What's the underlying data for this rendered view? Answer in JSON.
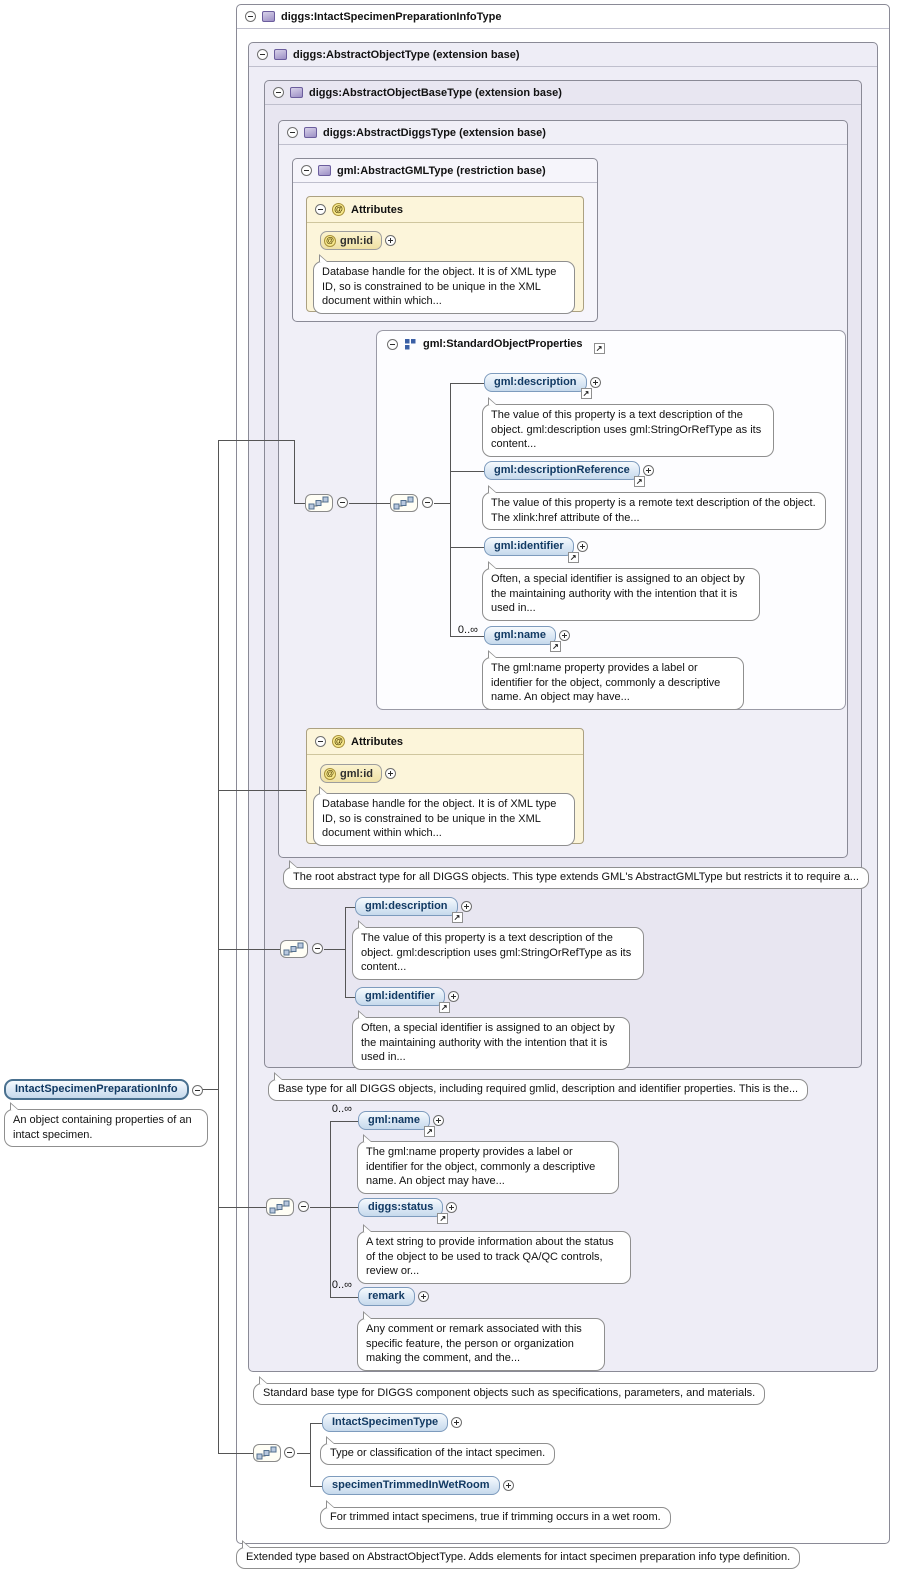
{
  "icons": {
    "at": "@",
    "jump": "↗"
  },
  "diagram": {
    "root": {
      "title": "diggs:IntactSpecimenPreparationInfoType",
      "footer_note": "Extended type based on AbstractObjectType. Adds elements for intact specimen preparation info type definition."
    },
    "element": {
      "name": "IntactSpecimenPreparationInfo",
      "note": "An object containing properties of an intact specimen."
    },
    "abstract_object_type": {
      "title": "diggs:AbstractObjectType (extension base)",
      "note": "Standard base type for DIGGS component objects such as specifications, parameters, and materials."
    },
    "abstract_object_base_type": {
      "title": "diggs:AbstractObjectBaseType (extension base)",
      "note": "Base type for all DIGGS objects, including required gmlid, description and identifier properties. This is the..."
    },
    "abstract_diggs_type": {
      "title": "diggs:AbstractDiggsType (extension base)",
      "note": "The root abstract type for all DIGGS objects. This type extends GML's AbstractGMLType but restricts it to require a..."
    },
    "abstract_gml_type": {
      "title": "gml:AbstractGMLType (restriction base)"
    },
    "attributes": {
      "header": "Attributes",
      "id_attr": {
        "name": "gml:id",
        "note": "Database handle for the object. It is of XML type ID, so is constrained to be unique in the XML document within which..."
      }
    },
    "standard_object_properties": {
      "title": "gml:StandardObjectProperties",
      "elements": [
        {
          "name": "gml:description",
          "note": "The value of this property is a text description of the object. gml:description uses gml:StringOrRefType as its content..."
        },
        {
          "name": "gml:descriptionReference",
          "note": "The value of this property is a remote text description of the object. The xlink:href attribute of the..."
        },
        {
          "name": "gml:identifier",
          "note": "Often, a special identifier is assigned to an object by the maintaining authority with the intention that it is used in..."
        },
        {
          "name": "gml:name",
          "cardinality": "0..∞",
          "note": "The gml:name property provides a label or identifier for the object, commonly a descriptive name. An object may have..."
        }
      ]
    },
    "base_type_elements": [
      {
        "name": "gml:description",
        "note": "The value of this property is a text description of the object. gml:description uses gml:StringOrRefType as its content..."
      },
      {
        "name": "gml:identifier",
        "note": "Often, a special identifier is assigned to an object by the maintaining authority with the intention that it is used in..."
      }
    ],
    "object_type_elements": [
      {
        "name": "gml:name",
        "cardinality": "0..∞",
        "note": "The gml:name property provides a label or identifier for the object, commonly a descriptive name. An object may have..."
      },
      {
        "name": "diggs:status",
        "note": "A text string to provide information about the status of the object to be used to track QA/QC controls, review or..."
      },
      {
        "name": "remark",
        "cardinality": "0..∞",
        "note": "Any comment or remark associated with this specific feature, the person or organization making the comment, and the..."
      }
    ],
    "own_elements": [
      {
        "name": "IntactSpecimenType",
        "note": "Type or classification of the intact specimen."
      },
      {
        "name": "specimenTrimmedInWetRoom",
        "note": "For trimmed intact specimens, true if trimming occurs in a wet room."
      }
    ]
  },
  "colors": {
    "element_chip_border": "#7d9bbd",
    "attribute_panel_bg": "#fcf5da",
    "type_box_bg": "#eeedf6"
  }
}
